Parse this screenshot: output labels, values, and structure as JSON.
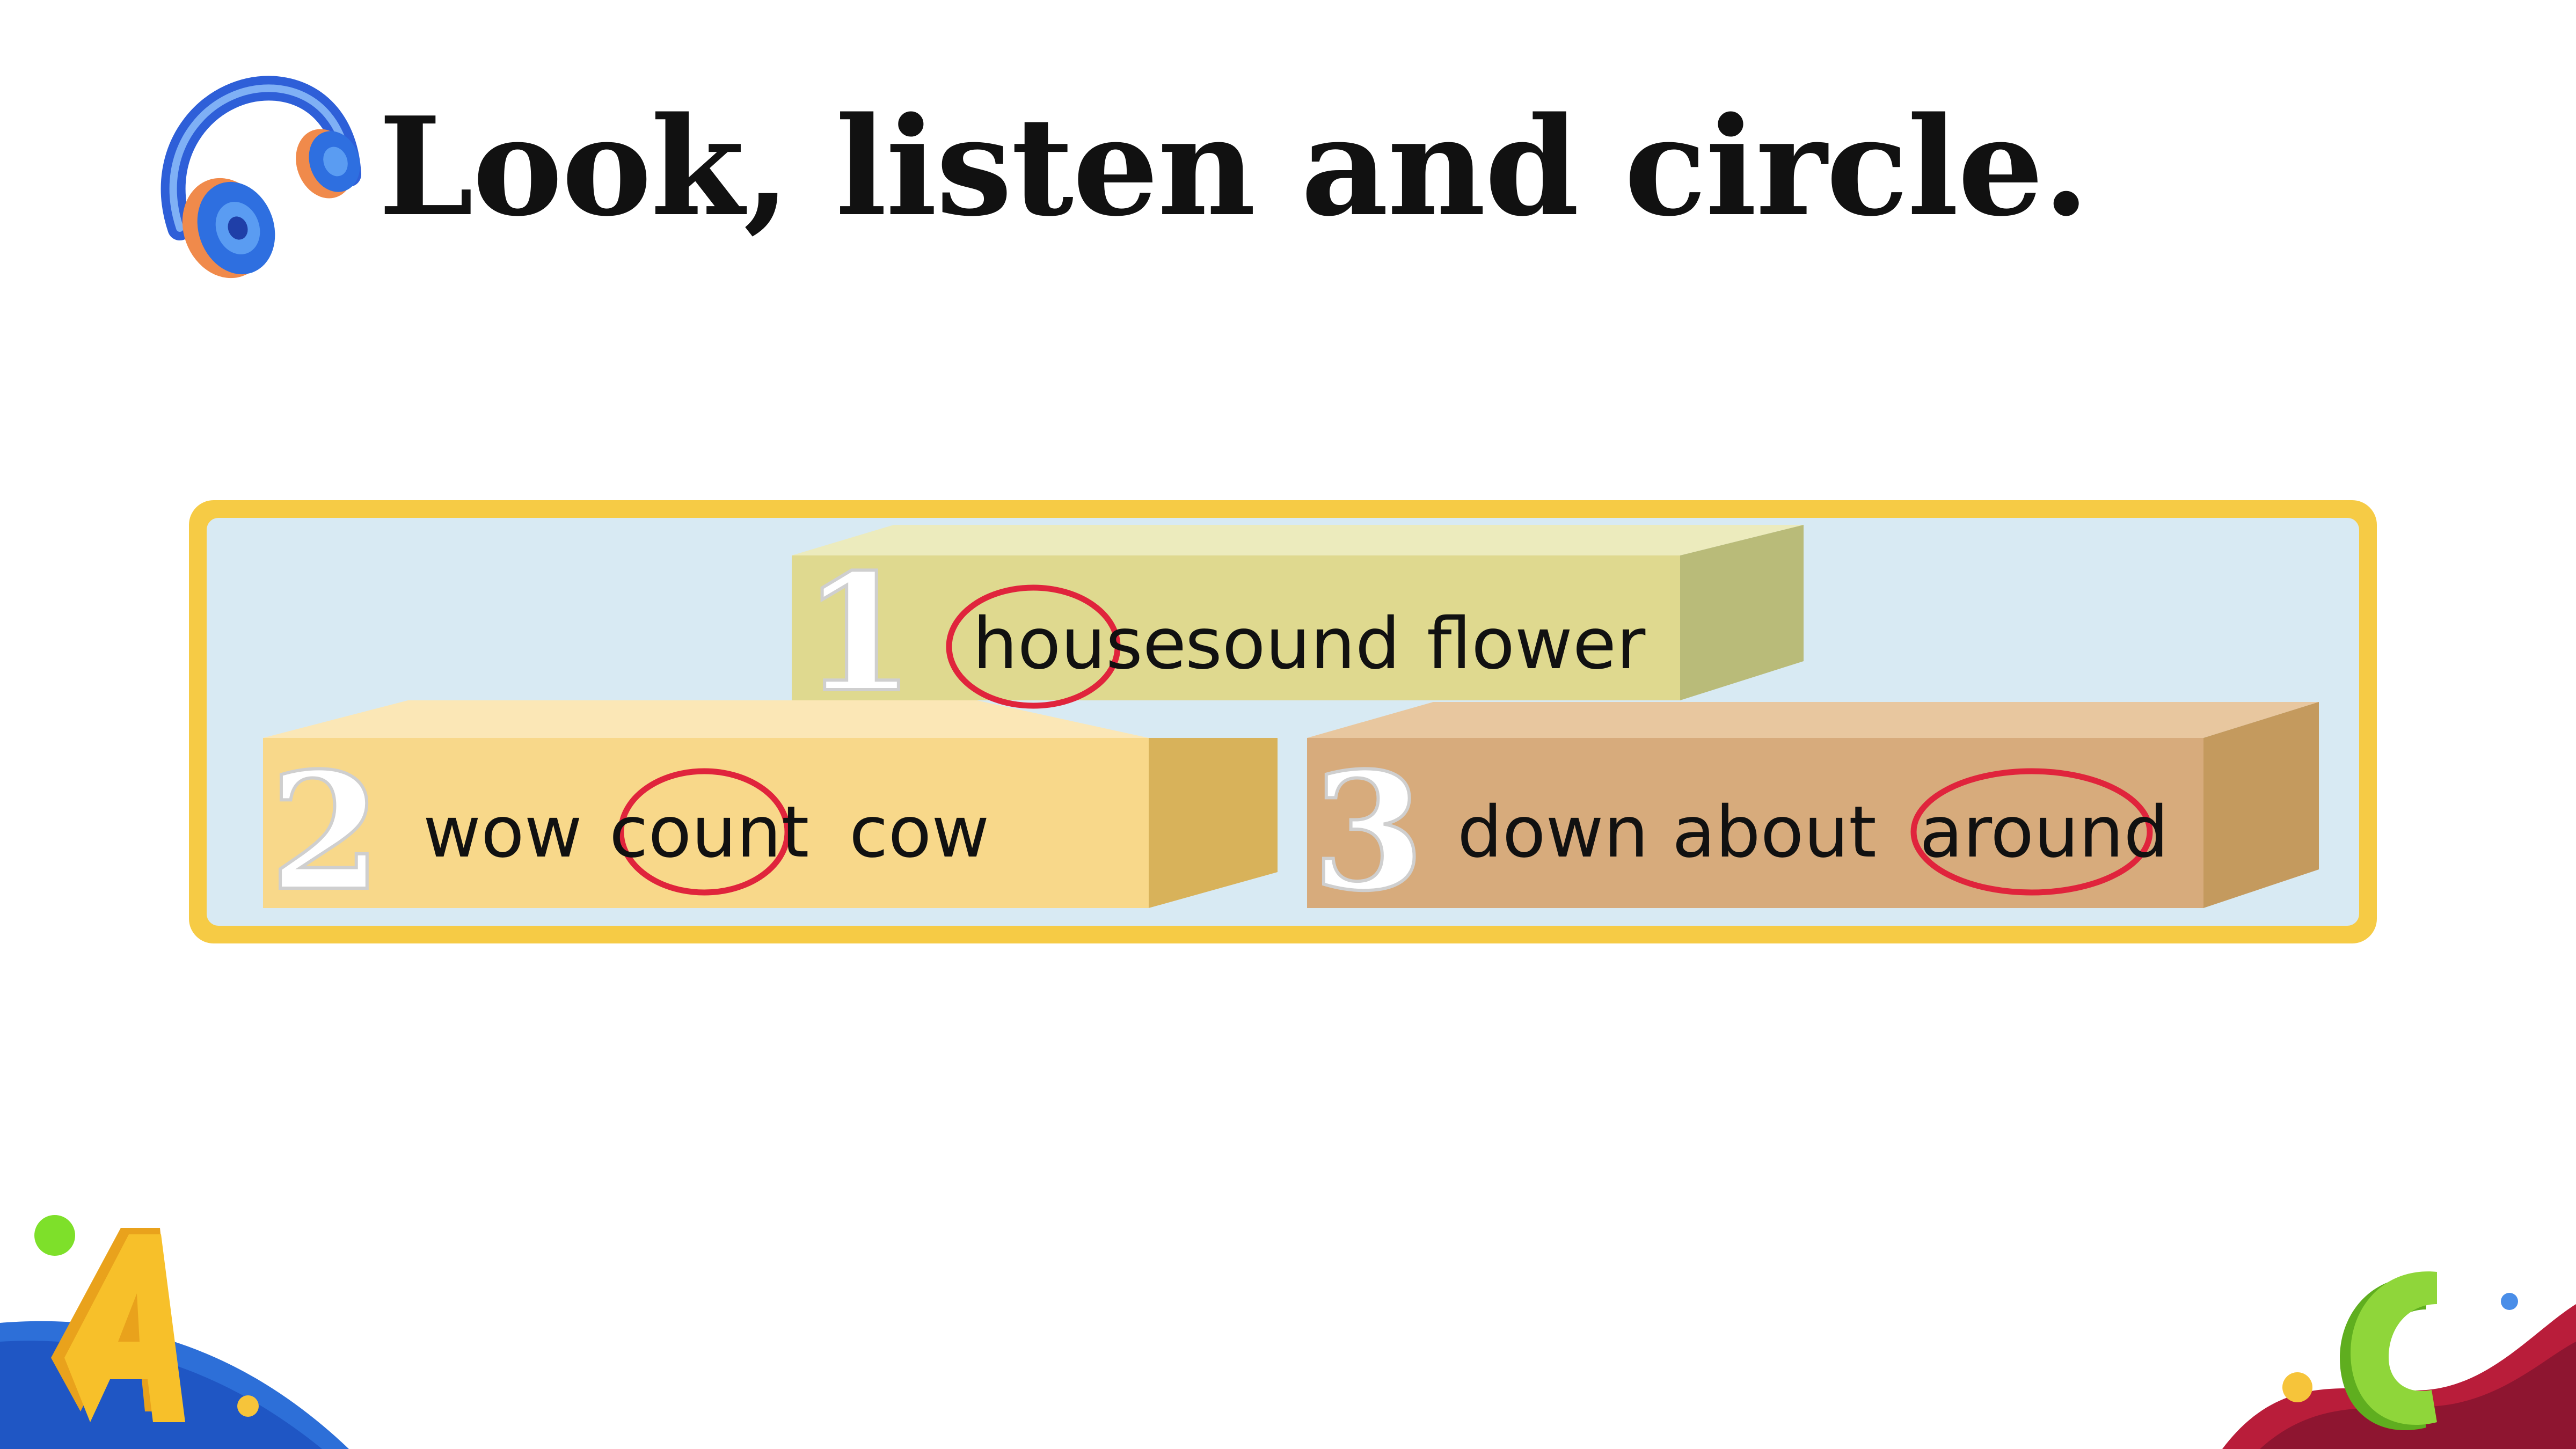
{
  "title": "Look, listen and circle.",
  "icons": {
    "header": "headphones-icon",
    "corner_left": "letter-a-decoration",
    "corner_right": "letter-c-decoration"
  },
  "colors": {
    "panel_border": "#f6cb45",
    "panel_background": "#d8eaf3",
    "circle_mark": "#e0243c",
    "block_1": "#dfd98f",
    "block_2": "#f8d88a",
    "block_3": "#d7ab7c"
  },
  "exercise": {
    "rows": [
      {
        "number": "1",
        "words": [
          "house",
          "sound",
          "flower"
        ],
        "circled": "house"
      },
      {
        "number": "2",
        "words": [
          "wow",
          "count",
          "cow"
        ],
        "circled": "count"
      },
      {
        "number": "3",
        "words": [
          "down",
          "about",
          "around"
        ],
        "circled": "around"
      }
    ]
  }
}
